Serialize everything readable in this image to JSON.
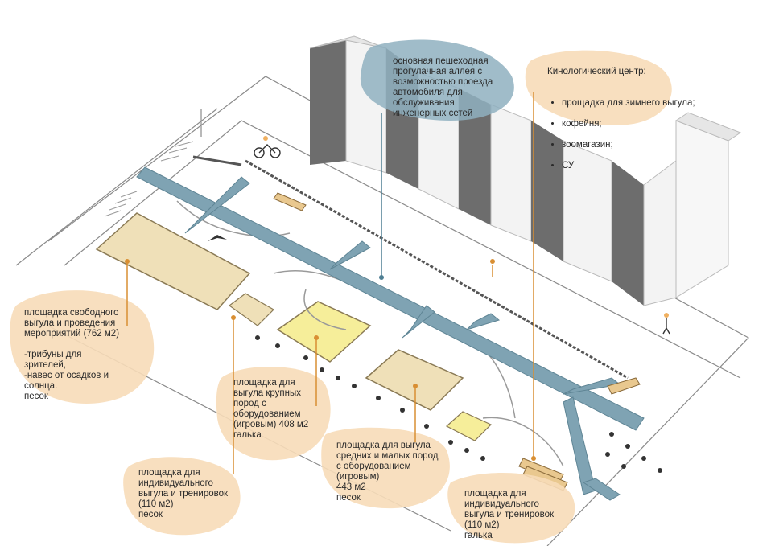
{
  "labels": {
    "alley": "основная пешеходная\nпрогулачная аллея с\nвозможностью проезда\nавтомобиля для\nобслуживания\nинженерных сетей",
    "cynology": {
      "title": "Кинологический центр:",
      "items": [
        "прощадка для зимнего выгула;",
        "кофейня;",
        "зоомагазин;",
        "СУ"
      ]
    },
    "free_area": "площадка свободного\nвыгула и проведения\nмероприятий (762 м2)\n\n-трибуны для\nзрителей,\n-навес от осадков и\nсолнца.\nпесок",
    "large_breeds": "площадка для\nвыгула крупных\nпород с\nоборудованием\n(игровым) 408 м2\nгалька",
    "medium_small": "площадка для выгула\nсредних и малых пород\nс оборудованием\n(игровым)\n443 м2\nпесок",
    "individual_left": "площадка для\nиндивидуального\nвыгула и тренировок\n(110 м2)\nпесок",
    "individual_right": "площадка для\nиндивидуального\nвыгула и тренировок\n(110 м2)\nгалька"
  },
  "colors": {
    "blob": "#f7dcb8",
    "blob_alley": "#8fb0bf",
    "path": "#7fa3b3",
    "path_stroke": "#5f8595",
    "sand_zone": "#efe0b8",
    "yellow_zone": "#f6ee9a",
    "building_dark": "#6d6d6d",
    "building_light": "#f3f3f3",
    "leader": "#d98f33",
    "leader_blue": "#4f7f93",
    "line": "#6b6b6b"
  }
}
